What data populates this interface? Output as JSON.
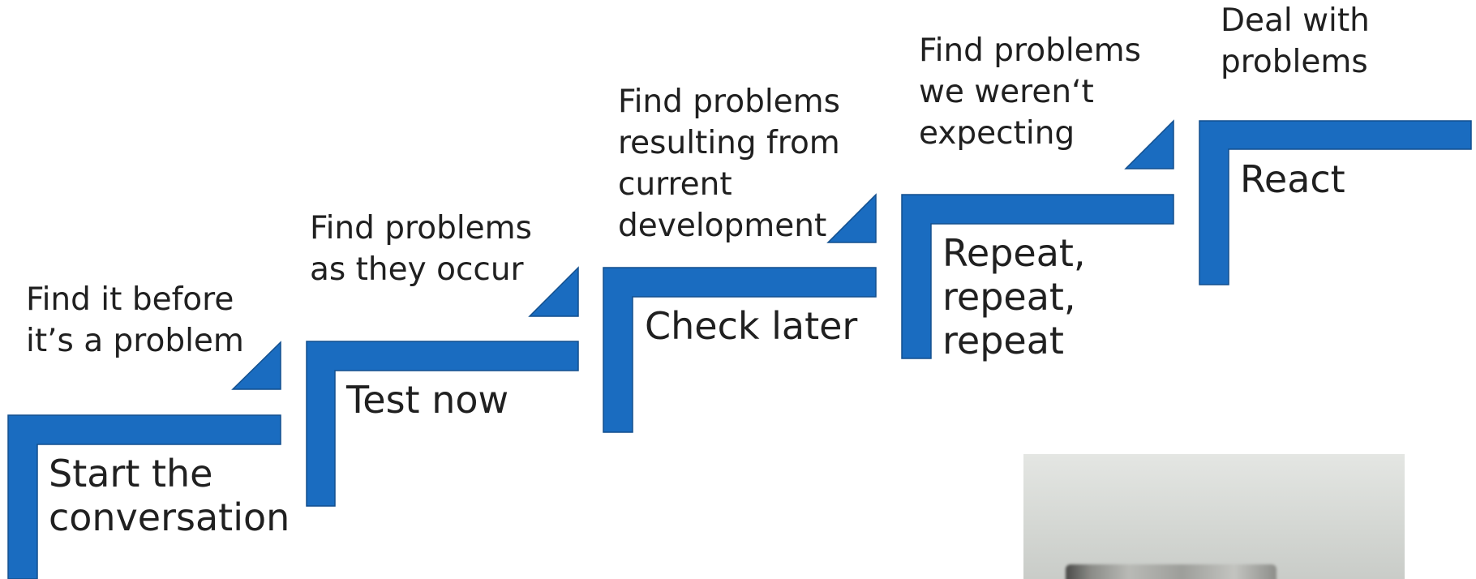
{
  "diagram": {
    "accent_color": "#1a6cc0",
    "steps": [
      {
        "label": "Start the\nconversation",
        "caption": "Find it before\nit’s a problem"
      },
      {
        "label": "Test now",
        "caption": "Find problems\nas they occur"
      },
      {
        "label": "Check later",
        "caption": "Find problems\nresulting from\ncurrent\ndevelopment"
      },
      {
        "label": "Repeat,\nrepeat,\nrepeat",
        "caption": "Find problems\nwe weren‘t\nexpecting"
      },
      {
        "label": "React",
        "caption": "Deal with\nproblems"
      }
    ]
  },
  "photo": {
    "subject": "blurred photo of a small gray electronic part"
  }
}
